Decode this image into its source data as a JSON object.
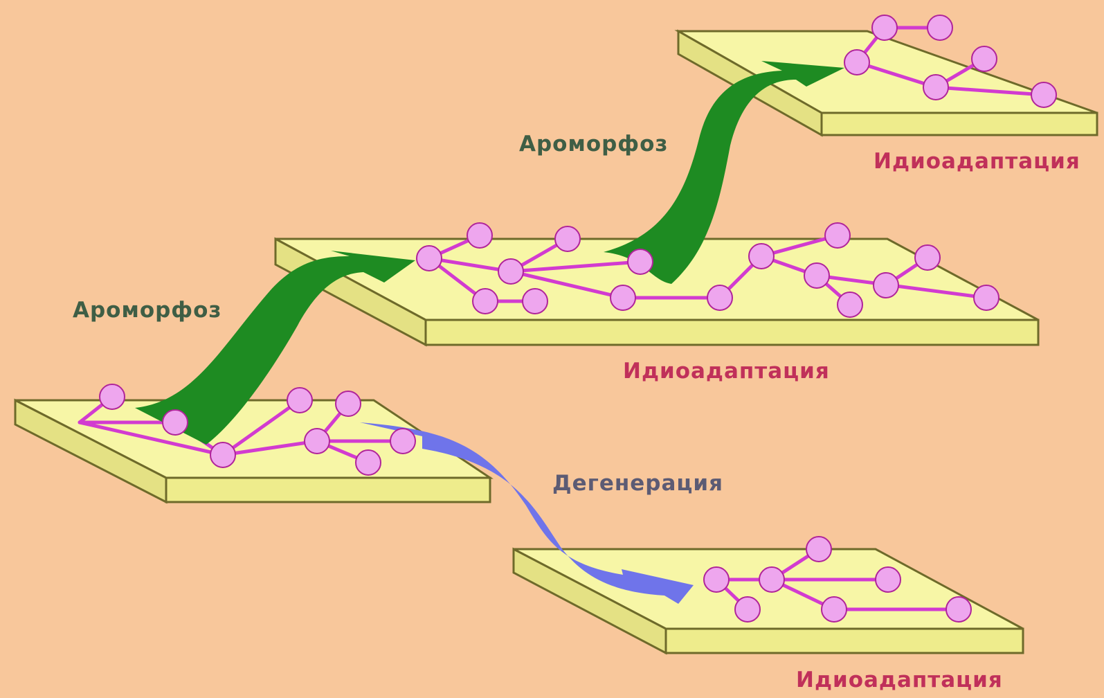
{
  "colors": {
    "background": "#F8C79B",
    "platform_top": "#F7F6A6",
    "platform_front": "#EEEC8C",
    "platform_edge": "#6E6A2A",
    "branch": "#D23BD0",
    "node_fill": "#EEA6EE",
    "aromorphosis_arrow": "#1E8B22",
    "degeneration_arrow": "#6F74EA",
    "aromorphosis_text": "#3F5E45",
    "degeneration_text": "#5C5B74",
    "idioadaptation_text": "#C0305A"
  },
  "labels": {
    "aromorphosis_upper": "Ароморфоз",
    "aromorphosis_lower": "Ароморфоз",
    "degeneration": "Дегенерация",
    "idioadaptation_top": "Идиоадаптация",
    "idioadaptation_middle": "Идиоадаптация",
    "idioadaptation_bottom": "Идиоадаптация"
  }
}
